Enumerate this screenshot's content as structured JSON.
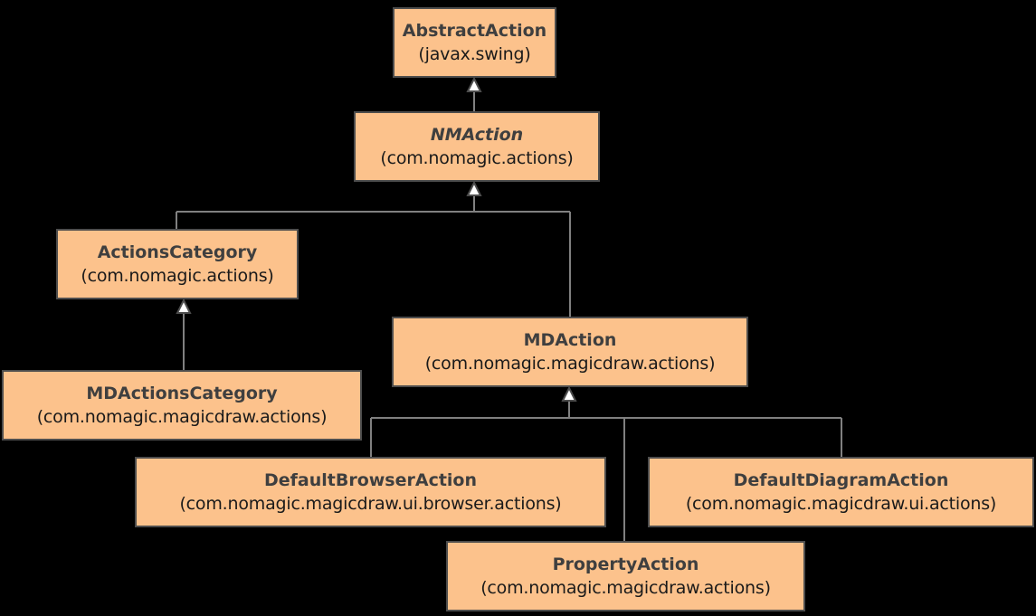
{
  "diagram": {
    "kind": "uml-class-hierarchy",
    "background_color": "#000000",
    "box_fill_color": "#FCC28C",
    "box_border_color": "#4D4D4D",
    "name_text_color": "#3F3F3F",
    "package_text_color": "#1A1A1A",
    "edge_color": "#808080",
    "arrowhead_fill_color": "#FFFFFF",
    "arrowhead_stroke_color": "#4D4D4D",
    "relationship_type": "generalization"
  },
  "classes": [
    {
      "id": "abstract-action",
      "name": "AbstractAction",
      "package": "(javax.swing)",
      "abstract": false
    },
    {
      "id": "nm-action",
      "name": "NMAction",
      "package": "(com.nomagic.actions)",
      "abstract": true
    },
    {
      "id": "actions-category",
      "name": "ActionsCategory",
      "package": "(com.nomagic.actions)",
      "abstract": false
    },
    {
      "id": "md-actions-category",
      "name": "MDActionsCategory",
      "package": "(com.nomagic.magicdraw.actions)",
      "abstract": false
    },
    {
      "id": "md-action",
      "name": "MDAction",
      "package": "(com.nomagic.magicdraw.actions)",
      "abstract": false
    },
    {
      "id": "default-browser-action",
      "name": "DefaultBrowserAction",
      "package": "(com.nomagic.magicdraw.ui.browser.actions)",
      "abstract": false
    },
    {
      "id": "default-diagram-action",
      "name": "DefaultDiagramAction",
      "package": "(com.nomagic.magicdraw.ui.actions)",
      "abstract": false
    },
    {
      "id": "property-action",
      "name": "PropertyAction",
      "package": "(com.nomagic.magicdraw.actions)",
      "abstract": false
    }
  ],
  "generalizations": [
    {
      "child": "nm-action",
      "parent": "abstract-action"
    },
    {
      "child": "actions-category",
      "parent": "nm-action"
    },
    {
      "child": "md-action",
      "parent": "nm-action"
    },
    {
      "child": "md-actions-category",
      "parent": "actions-category"
    },
    {
      "child": "default-browser-action",
      "parent": "md-action"
    },
    {
      "child": "default-diagram-action",
      "parent": "md-action"
    },
    {
      "child": "property-action",
      "parent": "md-action"
    }
  ]
}
